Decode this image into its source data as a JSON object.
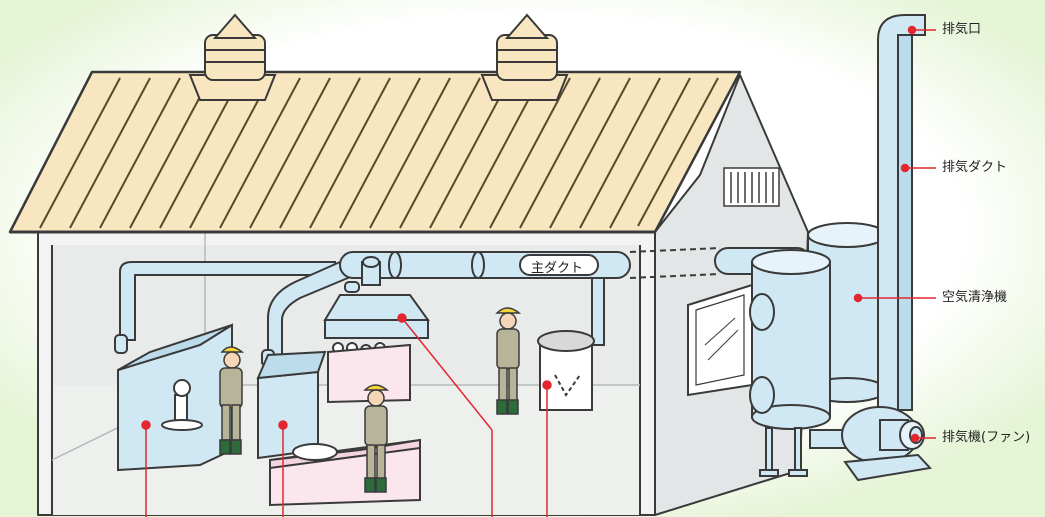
{
  "labels": {
    "exhaust_outlet": "排気口",
    "exhaust_duct": "排気ダクト",
    "air_cleaner": "空気清浄機",
    "exhaust_fan": "排気機(ファン)",
    "main_duct": "主ダクト"
  },
  "colors": {
    "background_glow": "#e6f4d6",
    "roof": "#f7e6bf",
    "roof_stripe": "#5a4a2a",
    "wall": "#e3e6e6",
    "duct": "#cfe8f4",
    "outline": "#3a3a3a",
    "leader": "#e3262f",
    "floor": "#eef0ee",
    "hood_pink": "#fbe6ee"
  }
}
